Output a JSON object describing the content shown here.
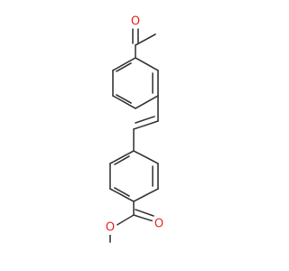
{
  "molecule": {
    "atom_labels": {
      "ketone_oxygen": "O",
      "ester_carbonyl_oxygen": "O",
      "ester_ether_oxygen": "O"
    },
    "colors": {
      "bond": "#3a3a3a",
      "oxygen": "#e8261f",
      "background": "#ffffff"
    }
  }
}
